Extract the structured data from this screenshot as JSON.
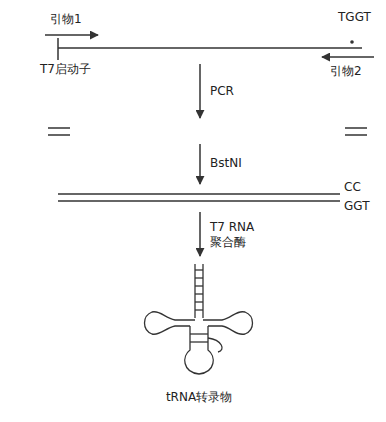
{
  "diagram": {
    "labels": [
      "引物1",
      "T7启动子",
      "TGGT",
      "引物2",
      "PCR",
      "BstNI",
      "CC",
      "GGT",
      "T7 RNA 聚合酶",
      "tRNA转录物"
    ]
  }
}
